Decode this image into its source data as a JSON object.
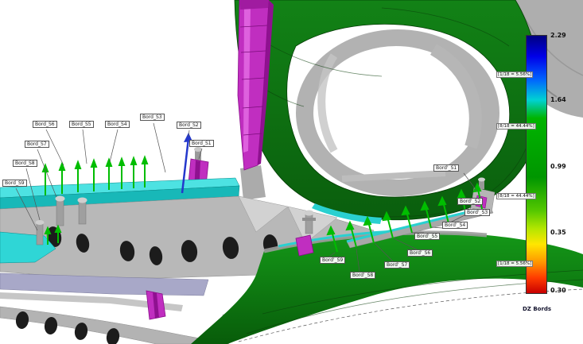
{
  "labels": {
    "left": [
      "Bord_S6",
      "Bord_S5",
      "Bord_S4",
      "Bord_S3",
      "Bord_S2",
      "Bord_S1",
      "Bord_S7",
      "Bord_S8",
      "Bord_S9"
    ],
    "right": [
      "Bord'_S1",
      "Bord'_S2",
      "Bord'_S3",
      "Bord'_S4",
      "Bord'_S5",
      "Bord'_S6",
      "Bord'_S7",
      "Bord'_S8",
      "Bord'_S9"
    ]
  },
  "colorbar": {
    "title": "DZ Bords",
    "ticks": [
      "2.29",
      "1.64",
      "0.99",
      "0.35",
      "0.30"
    ],
    "annotations": [
      "[1/18 = 5.56%]",
      "[8/18 = 44.44%]",
      "[8/18 = 44.44%]",
      "[1/18 = 5.56%]"
    ],
    "gradient_stops": [
      "#000080",
      "#0000e8",
      "#0064ff",
      "#00d2d2",
      "#00b400",
      "#009600",
      "#55c800",
      "#b4e600",
      "#ffe600",
      "#ff9600",
      "#ff3c00",
      "#c80000"
    ],
    "stop_positions": [
      0,
      8,
      17,
      25,
      32,
      55,
      68,
      75,
      81,
      88,
      94,
      100
    ]
  },
  "model_colors": {
    "panel_green": "#0f7a12",
    "pillar_magenta": "#c02ec0",
    "sill_cyan": "#29d3d3",
    "structure_gray": "#b5b5b5",
    "arrow_green": "#00bd00",
    "arrow_blue": "#2438cc"
  }
}
